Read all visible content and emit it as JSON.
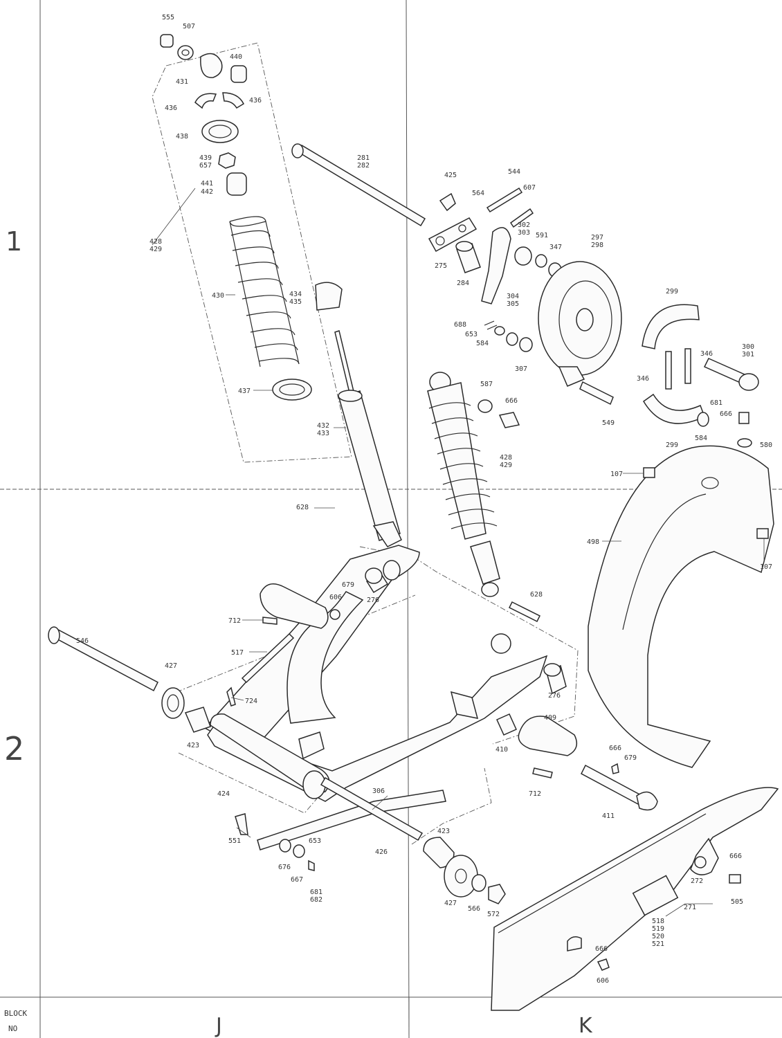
{
  "grid": {
    "row_labels": [
      "1",
      "2"
    ],
    "column_labels": [
      "J",
      "K"
    ],
    "block_label": [
      "BLOCK",
      "NO"
    ]
  },
  "callouts": [
    "555",
    "507",
    "440",
    "431",
    "436",
    "436",
    "438",
    "439",
    "657",
    "441",
    "442",
    "428",
    "429",
    "430",
    "434",
    "435",
    "437",
    "432",
    "433",
    "281",
    "282",
    "425",
    "544",
    "564",
    "607",
    "302",
    "303",
    "591",
    "347",
    "297",
    "298",
    "275",
    "284",
    "304",
    "305",
    "688",
    "653",
    "584",
    "307",
    "299",
    "300",
    "301",
    "346",
    "346",
    "549",
    "299",
    "584",
    "681",
    "666",
    "580",
    "587",
    "666",
    "428",
    "429",
    "628",
    "107",
    "498",
    "107",
    "679",
    "606",
    "276",
    "712",
    "628",
    "546",
    "517",
    "427",
    "724",
    "423",
    "276",
    "409",
    "410",
    "666",
    "679",
    "712",
    "411",
    "424",
    "306",
    "551",
    "426",
    "423",
    "653",
    "676",
    "667",
    "681",
    "682",
    "427",
    "566",
    "572",
    "666",
    "272",
    "505",
    "271",
    "518",
    "519",
    "520",
    "521",
    "666",
    "606"
  ]
}
